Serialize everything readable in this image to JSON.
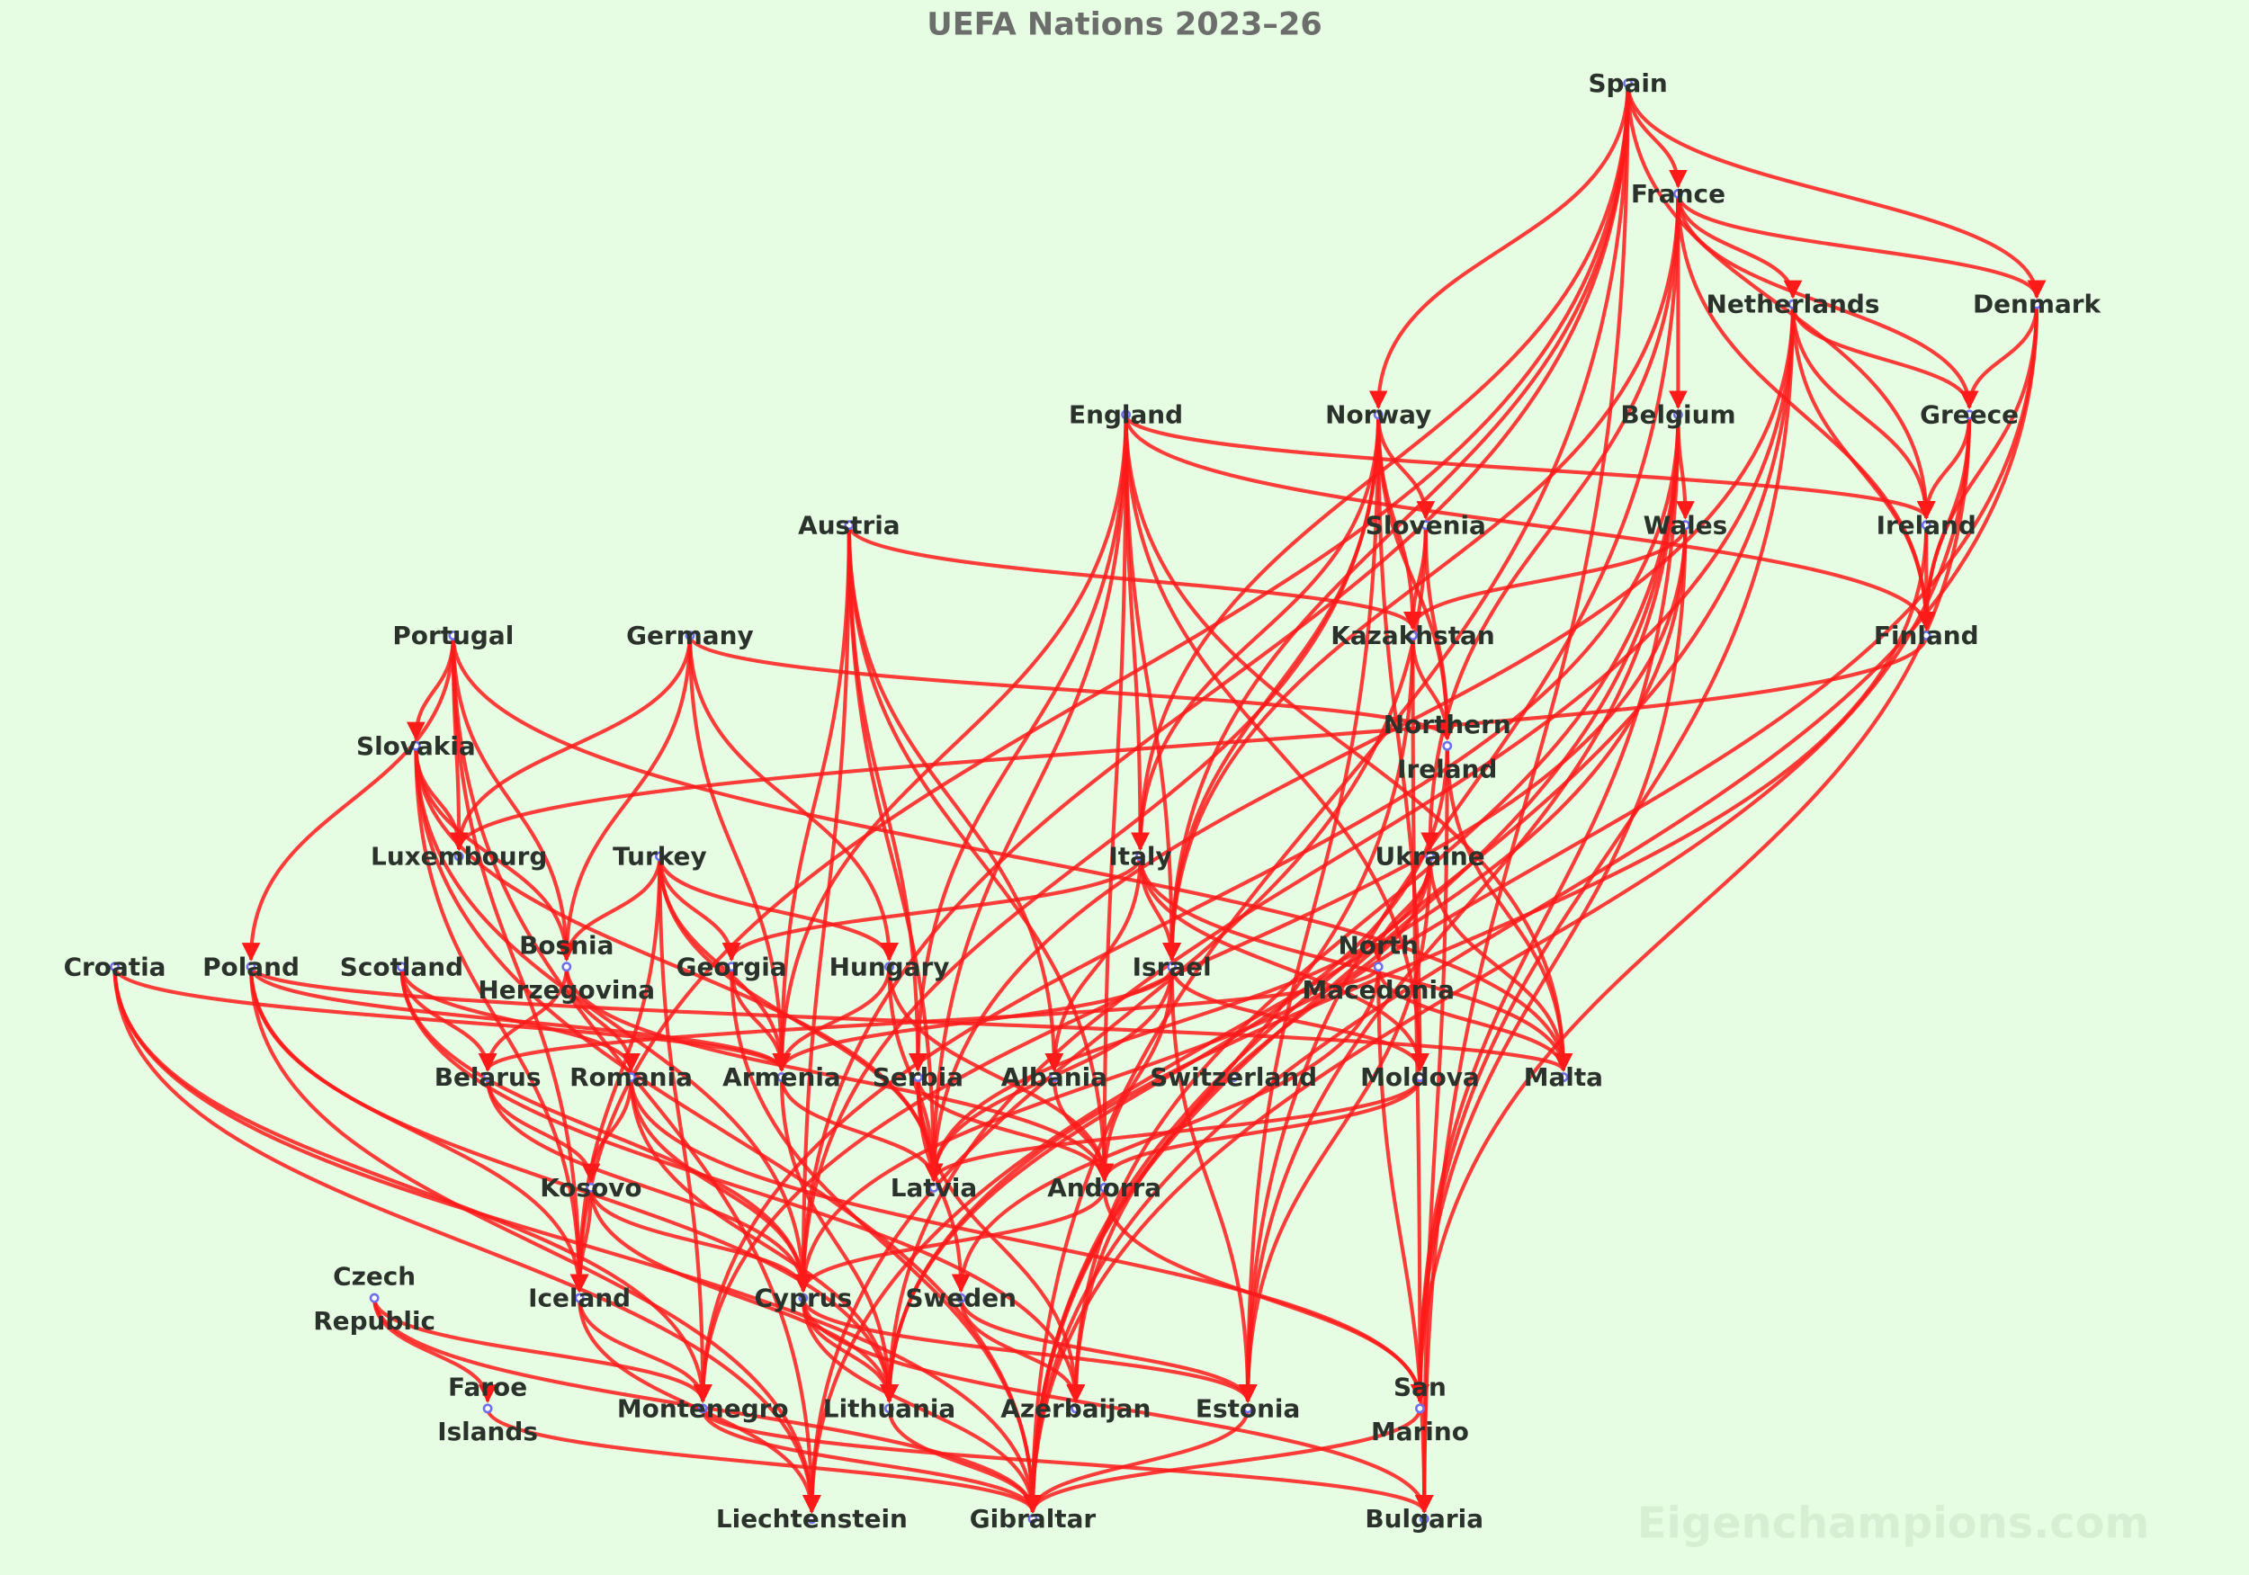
{
  "title": "UEFA Nations 2023–26",
  "watermark": "Eigenchampions.com",
  "colors": {
    "edge": "#ff1a1a",
    "node": "#6e6ef0",
    "background": "#e6fde3",
    "label": "#2b312b"
  },
  "nodes": [
    {
      "id": "spain",
      "lines": [
        "Spain"
      ]
    },
    {
      "id": "france",
      "lines": [
        "France"
      ]
    },
    {
      "id": "netherlands",
      "lines": [
        "Netherlands"
      ]
    },
    {
      "id": "denmark",
      "lines": [
        "Denmark"
      ]
    },
    {
      "id": "england",
      "lines": [
        "England"
      ]
    },
    {
      "id": "norway",
      "lines": [
        "Norway"
      ]
    },
    {
      "id": "belgium",
      "lines": [
        "Belgium"
      ]
    },
    {
      "id": "greece",
      "lines": [
        "Greece"
      ]
    },
    {
      "id": "austria",
      "lines": [
        "Austria"
      ]
    },
    {
      "id": "slovenia",
      "lines": [
        "Slovenia"
      ]
    },
    {
      "id": "wales",
      "lines": [
        "Wales"
      ]
    },
    {
      "id": "ireland",
      "lines": [
        "Ireland"
      ]
    },
    {
      "id": "portugal",
      "lines": [
        "Portugal"
      ]
    },
    {
      "id": "germany",
      "lines": [
        "Germany"
      ]
    },
    {
      "id": "kazakhstan",
      "lines": [
        "Kazakhstan"
      ]
    },
    {
      "id": "finland",
      "lines": [
        "Finland"
      ]
    },
    {
      "id": "slovakia",
      "lines": [
        "Slovakia"
      ]
    },
    {
      "id": "northern-ireland",
      "lines": [
        "Northern",
        "Ireland"
      ]
    },
    {
      "id": "luxembourg",
      "lines": [
        "Luxembourg"
      ]
    },
    {
      "id": "turkey",
      "lines": [
        "Turkey"
      ]
    },
    {
      "id": "italy",
      "lines": [
        "Italy"
      ]
    },
    {
      "id": "ukraine",
      "lines": [
        "Ukraine"
      ]
    },
    {
      "id": "bosnia",
      "lines": [
        "Bosnia",
        "Herzegovina"
      ]
    },
    {
      "id": "north-macedonia",
      "lines": [
        "North",
        "Macedonia"
      ]
    },
    {
      "id": "croatia",
      "lines": [
        "Croatia"
      ]
    },
    {
      "id": "poland",
      "lines": [
        "Poland"
      ]
    },
    {
      "id": "scotland",
      "lines": [
        "Scotland"
      ]
    },
    {
      "id": "georgia",
      "lines": [
        "Georgia"
      ]
    },
    {
      "id": "hungary",
      "lines": [
        "Hungary"
      ]
    },
    {
      "id": "israel",
      "lines": [
        "Israel"
      ]
    },
    {
      "id": "belarus",
      "lines": [
        "Belarus"
      ]
    },
    {
      "id": "romania",
      "lines": [
        "Romania"
      ]
    },
    {
      "id": "armenia",
      "lines": [
        "Armenia"
      ]
    },
    {
      "id": "serbia",
      "lines": [
        "Serbia"
      ]
    },
    {
      "id": "albania",
      "lines": [
        "Albania"
      ]
    },
    {
      "id": "switzerland",
      "lines": [
        "Switzerland"
      ]
    },
    {
      "id": "moldova",
      "lines": [
        "Moldova"
      ]
    },
    {
      "id": "malta",
      "lines": [
        "Malta"
      ]
    },
    {
      "id": "kosovo",
      "lines": [
        "Kosovo"
      ]
    },
    {
      "id": "latvia",
      "lines": [
        "Latvia"
      ]
    },
    {
      "id": "andorra",
      "lines": [
        "Andorra"
      ]
    },
    {
      "id": "czech-republic",
      "lines": [
        "Czech",
        "Republic"
      ]
    },
    {
      "id": "iceland",
      "lines": [
        "Iceland"
      ]
    },
    {
      "id": "cyprus",
      "lines": [
        "Cyprus"
      ]
    },
    {
      "id": "sweden",
      "lines": [
        "Sweden"
      ]
    },
    {
      "id": "faroe-islands",
      "lines": [
        "Faroe",
        "Islands"
      ]
    },
    {
      "id": "montenegro",
      "lines": [
        "Montenegro"
      ]
    },
    {
      "id": "lithuania",
      "lines": [
        "Lithuania"
      ]
    },
    {
      "id": "azerbaijan",
      "lines": [
        "Azerbaijan"
      ]
    },
    {
      "id": "estonia",
      "lines": [
        "Estonia"
      ]
    },
    {
      "id": "san-marino",
      "lines": [
        "San",
        "Marino"
      ]
    },
    {
      "id": "liechtenstein",
      "lines": [
        "Liechtenstein"
      ]
    },
    {
      "id": "gibraltar",
      "lines": [
        "Gibraltar"
      ]
    },
    {
      "id": "bulgaria",
      "lines": [
        "Bulgaria"
      ]
    }
  ],
  "edges": [
    [
      "spain",
      "france"
    ],
    [
      "spain",
      "norway"
    ],
    [
      "spain",
      "denmark"
    ],
    [
      "spain",
      "italy"
    ],
    [
      "spain",
      "israel"
    ],
    [
      "spain",
      "cyprus"
    ],
    [
      "spain",
      "gibraltar"
    ],
    [
      "spain",
      "bulgaria"
    ],
    [
      "spain",
      "ireland"
    ],
    [
      "spain",
      "iceland"
    ],
    [
      "france",
      "belgium"
    ],
    [
      "france",
      "netherlands"
    ],
    [
      "france",
      "greece"
    ],
    [
      "france",
      "denmark"
    ],
    [
      "france",
      "finland"
    ],
    [
      "france",
      "ukraine"
    ],
    [
      "france",
      "israel"
    ],
    [
      "france",
      "estonia"
    ],
    [
      "netherlands",
      "greece"
    ],
    [
      "netherlands",
      "ireland"
    ],
    [
      "netherlands",
      "finland"
    ],
    [
      "netherlands",
      "latvia"
    ],
    [
      "netherlands",
      "lithuania"
    ],
    [
      "netherlands",
      "gibraltar"
    ],
    [
      "netherlands",
      "san-marino"
    ],
    [
      "denmark",
      "greece"
    ],
    [
      "denmark",
      "finland"
    ],
    [
      "denmark",
      "gibraltar"
    ],
    [
      "denmark",
      "azerbaijan"
    ],
    [
      "england",
      "ireland"
    ],
    [
      "england",
      "finland"
    ],
    [
      "england",
      "italy"
    ],
    [
      "england",
      "serbia"
    ],
    [
      "england",
      "moldova"
    ],
    [
      "england",
      "andorra"
    ],
    [
      "england",
      "latvia"
    ],
    [
      "england",
      "armenia"
    ],
    [
      "england",
      "israel"
    ],
    [
      "england",
      "malta"
    ],
    [
      "norway",
      "slovenia"
    ],
    [
      "norway",
      "kazakhstan"
    ],
    [
      "norway",
      "northern-ireland"
    ],
    [
      "norway",
      "italy"
    ],
    [
      "norway",
      "israel"
    ],
    [
      "norway",
      "estonia"
    ],
    [
      "norway",
      "cyprus"
    ],
    [
      "norway",
      "moldova"
    ],
    [
      "belgium",
      "wales"
    ],
    [
      "belgium",
      "san-marino"
    ],
    [
      "belgium",
      "montenegro"
    ],
    [
      "belgium",
      "estonia"
    ],
    [
      "belgium",
      "azerbaijan"
    ],
    [
      "belgium",
      "gibraltar"
    ],
    [
      "greece",
      "ireland"
    ],
    [
      "greece",
      "finland"
    ],
    [
      "greece",
      "gibraltar"
    ],
    [
      "greece",
      "san-marino"
    ],
    [
      "austria",
      "kazakhstan"
    ],
    [
      "austria",
      "armenia"
    ],
    [
      "austria",
      "serbia"
    ],
    [
      "austria",
      "andorra"
    ],
    [
      "austria",
      "albania"
    ],
    [
      "austria",
      "latvia"
    ],
    [
      "austria",
      "cyprus"
    ],
    [
      "slovenia",
      "kazakhstan"
    ],
    [
      "slovenia",
      "northern-ireland"
    ],
    [
      "slovenia",
      "liechtenstein"
    ],
    [
      "wales",
      "kazakhstan"
    ],
    [
      "wales",
      "liechtenstein"
    ],
    [
      "wales",
      "montenegro"
    ],
    [
      "wales",
      "san-marino"
    ],
    [
      "ireland",
      "finland"
    ],
    [
      "ireland",
      "lithuania"
    ],
    [
      "portugal",
      "slovakia"
    ],
    [
      "portugal",
      "luxembourg"
    ],
    [
      "portugal",
      "bosnia"
    ],
    [
      "portugal",
      "poland"
    ],
    [
      "portugal",
      "iceland"
    ],
    [
      "portugal",
      "liechtenstein"
    ],
    [
      "portugal",
      "malta"
    ],
    [
      "germany",
      "northern-ireland"
    ],
    [
      "germany",
      "luxembourg"
    ],
    [
      "germany",
      "hungary"
    ],
    [
      "germany",
      "bosnia"
    ],
    [
      "germany",
      "armenia"
    ],
    [
      "kazakhstan",
      "northern-ireland"
    ],
    [
      "kazakhstan",
      "gibraltar"
    ],
    [
      "kazakhstan",
      "san-marino"
    ],
    [
      "finland",
      "luxembourg"
    ],
    [
      "slovakia",
      "luxembourg"
    ],
    [
      "slovakia",
      "bosnia"
    ],
    [
      "slovakia",
      "gibraltar"
    ],
    [
      "slovakia",
      "iceland"
    ],
    [
      "slovakia",
      "cyprus"
    ],
    [
      "slovakia",
      "latvia"
    ],
    [
      "northern-ireland",
      "malta"
    ],
    [
      "northern-ireland",
      "bulgaria"
    ],
    [
      "northern-ireland",
      "lithuania"
    ],
    [
      "turkey",
      "georgia"
    ],
    [
      "turkey",
      "hungary"
    ],
    [
      "turkey",
      "bosnia"
    ],
    [
      "turkey",
      "armenia"
    ],
    [
      "turkey",
      "montenegro"
    ],
    [
      "turkey",
      "latvia"
    ],
    [
      "turkey",
      "iceland"
    ],
    [
      "italy",
      "israel"
    ],
    [
      "italy",
      "moldova"
    ],
    [
      "italy",
      "malta"
    ],
    [
      "italy",
      "georgia"
    ],
    [
      "italy",
      "albania"
    ],
    [
      "ukraine",
      "north-macedonia"
    ],
    [
      "ukraine",
      "malta"
    ],
    [
      "ukraine",
      "latvia"
    ],
    [
      "ukraine",
      "estonia"
    ],
    [
      "ukraine",
      "cyprus"
    ],
    [
      "north-macedonia",
      "malta"
    ],
    [
      "north-macedonia",
      "belarus"
    ],
    [
      "north-macedonia",
      "bulgaria"
    ],
    [
      "north-macedonia",
      "sweden"
    ],
    [
      "croatia",
      "armenia"
    ],
    [
      "croatia",
      "gibraltar"
    ],
    [
      "croatia",
      "liechtenstein"
    ],
    [
      "croatia",
      "montenegro"
    ],
    [
      "poland",
      "malta"
    ],
    [
      "poland",
      "armenia"
    ],
    [
      "poland",
      "iceland"
    ],
    [
      "poland",
      "liechtenstein"
    ],
    [
      "poland",
      "lithuania"
    ],
    [
      "scotland",
      "romania"
    ],
    [
      "scotland",
      "belarus"
    ],
    [
      "scotland",
      "cyprus"
    ],
    [
      "scotland",
      "azerbaijan"
    ],
    [
      "bosnia",
      "belarus"
    ],
    [
      "bosnia",
      "romania"
    ],
    [
      "bosnia",
      "andorra"
    ],
    [
      "georgia",
      "armenia"
    ],
    [
      "georgia",
      "gibraltar"
    ],
    [
      "hungary",
      "armenia"
    ],
    [
      "hungary",
      "latvia"
    ],
    [
      "hungary",
      "andorra"
    ],
    [
      "israel",
      "andorra"
    ],
    [
      "israel",
      "moldova"
    ],
    [
      "israel",
      "armenia"
    ],
    [
      "israel",
      "estonia"
    ],
    [
      "israel",
      "latvia"
    ],
    [
      "belarus",
      "kosovo"
    ],
    [
      "belarus",
      "cyprus"
    ],
    [
      "romania",
      "kosovo"
    ],
    [
      "romania",
      "cyprus"
    ],
    [
      "romania",
      "lithuania"
    ],
    [
      "romania",
      "san-marino"
    ],
    [
      "armenia",
      "latvia"
    ],
    [
      "armenia",
      "lithuania"
    ],
    [
      "serbia",
      "latvia"
    ],
    [
      "serbia",
      "andorra"
    ],
    [
      "serbia",
      "sweden"
    ],
    [
      "serbia",
      "azerbaijan"
    ],
    [
      "albania",
      "andorra"
    ],
    [
      "moldova",
      "andorra"
    ],
    [
      "moldova",
      "latvia"
    ],
    [
      "andorra",
      "cyprus"
    ],
    [
      "andorra",
      "san-marino"
    ],
    [
      "kosovo",
      "iceland"
    ],
    [
      "kosovo",
      "cyprus"
    ],
    [
      "kosovo",
      "lithuania"
    ],
    [
      "czech-republic",
      "faroe-islands"
    ],
    [
      "czech-republic",
      "montenegro"
    ],
    [
      "czech-republic",
      "gibraltar"
    ],
    [
      "iceland",
      "montenegro"
    ],
    [
      "iceland",
      "liechtenstein"
    ],
    [
      "cyprus",
      "lithuania"
    ],
    [
      "cyprus",
      "estonia"
    ],
    [
      "cyprus",
      "gibraltar"
    ],
    [
      "cyprus",
      "bulgaria"
    ],
    [
      "sweden",
      "azerbaijan"
    ],
    [
      "sweden",
      "estonia"
    ],
    [
      "faroe-islands",
      "gibraltar"
    ],
    [
      "montenegro",
      "gibraltar"
    ],
    [
      "montenegro",
      "bulgaria"
    ],
    [
      "lithuania",
      "gibraltar"
    ],
    [
      "san-marino",
      "gibraltar"
    ],
    [
      "estonia",
      "gibraltar"
    ]
  ]
}
